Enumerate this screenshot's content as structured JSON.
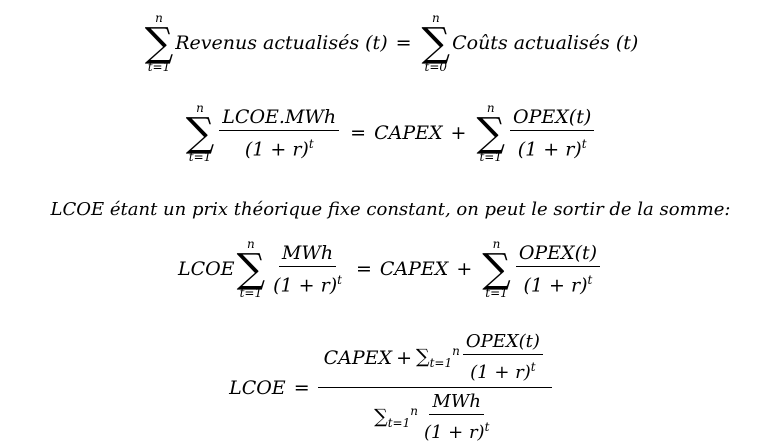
{
  "eq1": {
    "sum_top": "n",
    "sum_bottom_left": "t=1",
    "left_text": "Revenus actualisés (t)",
    "equals": "=",
    "sum_bottom_right": "t=0",
    "right_text": "Coûts actualisés (t)"
  },
  "eq2": {
    "sum_top": "n",
    "sum_bottom": "t=1",
    "num": "LCOE.MWh",
    "den": "(1 + r)",
    "exp": "t",
    "equals": "=",
    "capex": "CAPEX",
    "plus": "+",
    "sum2_top": "n",
    "sum2_bottom": "t=1",
    "num2": "OPEX(t)",
    "den2": "(1 + r)",
    "exp2": "t"
  },
  "sentence": "LCOE étant un prix théorique fixe constant, on peut le sortir de la somme:",
  "eq3": {
    "lcoe": "LCOE",
    "sum_top": "n",
    "sum_bottom": "t=1",
    "num": "MWh",
    "den": "(1 + r)",
    "exp": "t",
    "equals": "=",
    "capex": "CAPEX",
    "plus": "+",
    "sum2_top": "n",
    "sum2_bottom": "t=1",
    "num2": "OPEX(t)",
    "den2": "(1 + r)",
    "exp2": "t"
  },
  "eq4": {
    "lcoe": "LCOE",
    "equals": "=",
    "capex": "CAPEX",
    "plus": "+",
    "sum_sub": "t=1",
    "sum_sup": "n",
    "num_in": "OPEX(t)",
    "den_in": "(1 + r)",
    "exp_in": "t",
    "sum2_sub": "t=1",
    "sum2_sup": "n",
    "num2_in": "MWh",
    "den2_in": "(1 + r)",
    "exp2_in": "t"
  }
}
